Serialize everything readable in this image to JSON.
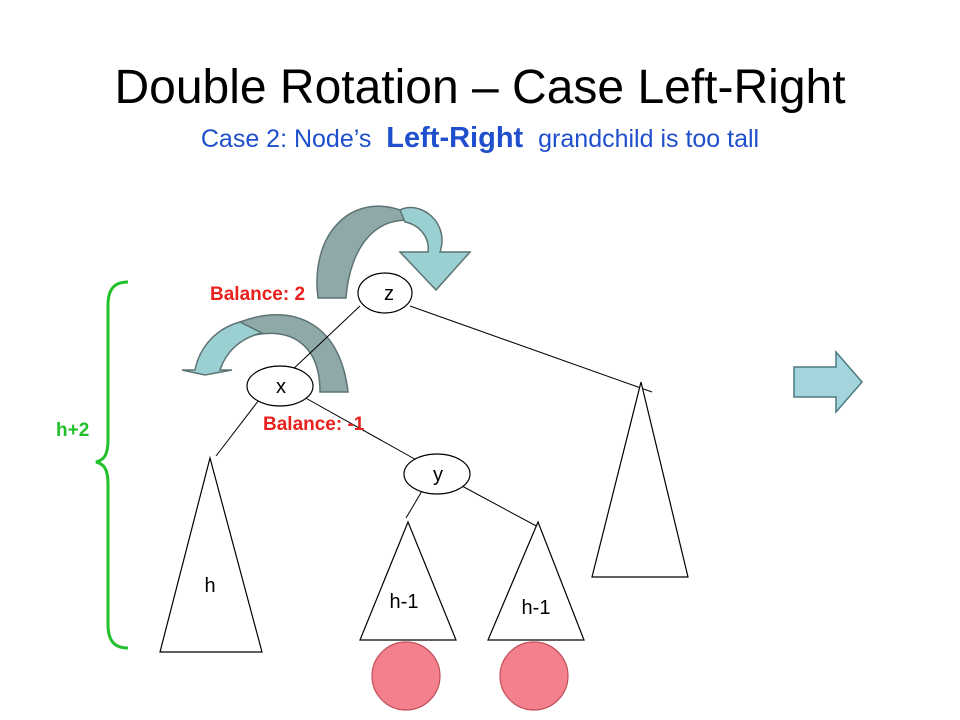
{
  "title": "Double Rotation – Case Left-Right",
  "subtitle": {
    "prefix": "Case 2: Node’s",
    "emphasis": "Left-Right",
    "suffix": "grandchild is too tall"
  },
  "nodes": {
    "z": "z",
    "x": "x",
    "y": "y"
  },
  "balances": {
    "z": "Balance: 2",
    "x": "Balance: -1"
  },
  "subtrees": {
    "left": "h",
    "middle": "h-1",
    "right_inner": "h-1",
    "right_outer": ""
  },
  "height_label": "h+2",
  "colors": {
    "title": "#000000",
    "subtitle": "#1f4fcc",
    "balance": "#e8211d",
    "height": "#22c02a",
    "arrow_light": "#9bd0d3",
    "arrow_dark": "#8fa8a8",
    "highlight": "#f5808d",
    "next_arrow": "#a5d5dc"
  }
}
